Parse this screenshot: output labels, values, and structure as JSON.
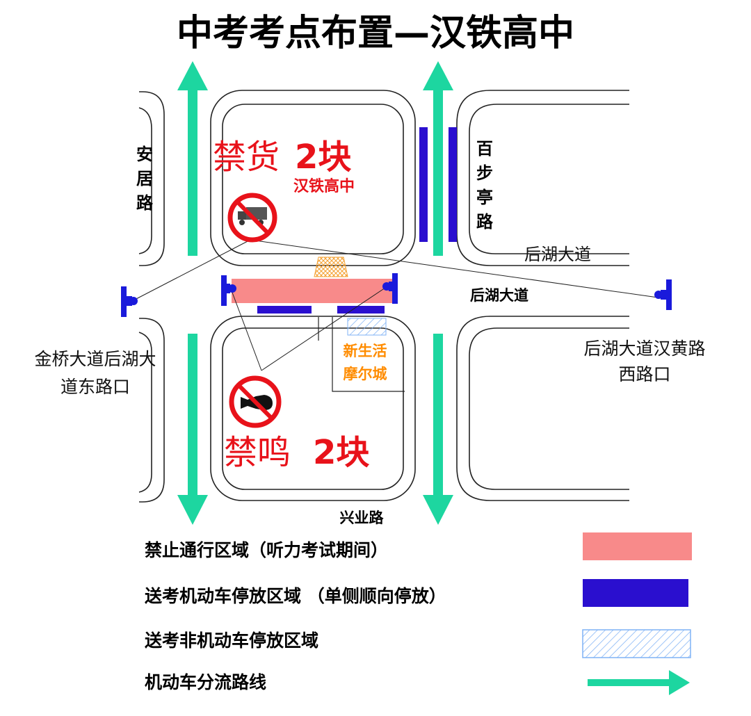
{
  "title": "中考考点布置—汉铁高中",
  "roads": {
    "anju": [
      "安",
      "居",
      "路"
    ],
    "baibuting": [
      "百",
      "步",
      "亭",
      "路"
    ],
    "houhu_upper": "后湖大道",
    "houhu_main": "后湖大道",
    "xingye": "兴业路"
  },
  "places": {
    "school": "汉铁高中",
    "mall_line1": "新生活",
    "mall_line2": "摩尔城"
  },
  "signs": {
    "no_truck_prefix": "禁货",
    "no_truck_count": "2块",
    "no_horn_prefix": "禁鸣",
    "no_horn_count": "2块"
  },
  "cameras": {
    "west_line1": "金桥大道后湖大",
    "west_line2": "道东路口",
    "east_line1": "后湖大道汉黄路",
    "east_line2": "西路口"
  },
  "legend": {
    "no_traffic": "禁止通行区域（听力考试期间）",
    "car_parking": "送考机动车停放区域 （单侧顺向停放）",
    "bike_parking": "送考非机动车停放区域",
    "diversion": "机动车分流路线"
  },
  "colors": {
    "no_traffic": "#F88A8A",
    "car_parking": "#2A0FCF",
    "bike_parking": "#7FB2F5",
    "diversion": "#1DD6A0",
    "warning_red": "#E8121A",
    "mall_orange": "#FF8C00",
    "camera_blue": "#1A1ADB"
  },
  "icons": [
    "no-truck-sign-icon",
    "no-horn-sign-icon",
    "camera-icon",
    "arrow-icon"
  ]
}
